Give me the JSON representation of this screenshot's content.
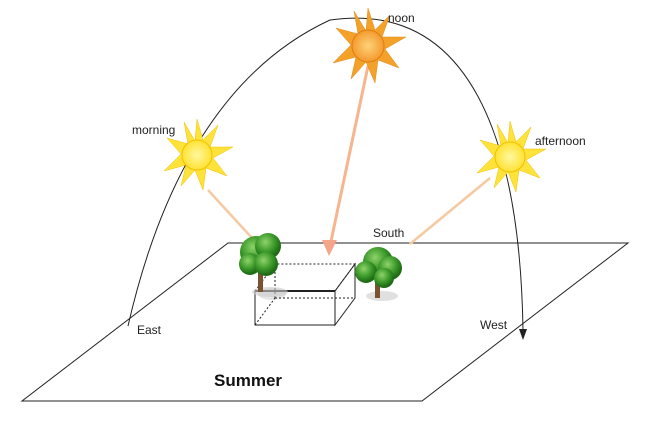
{
  "diagram": {
    "labels": {
      "noon": "noon",
      "morning": "morning",
      "afternoon": "afternoon",
      "south": "South",
      "east": "East",
      "west": "West",
      "season": "Summer"
    },
    "colors": {
      "sun_rays": "#f5a623",
      "sun_core_noon": "#f7a23c",
      "sun_core_side": "#ffe84d",
      "light_beam": "#f6b48f",
      "tree_green": "#3c9a2a",
      "tree_trunk": "#7a5230",
      "outline": "#222222"
    },
    "icons": [
      "sun-icon",
      "tree-icon",
      "house-icon",
      "arrow-icon"
    ]
  }
}
